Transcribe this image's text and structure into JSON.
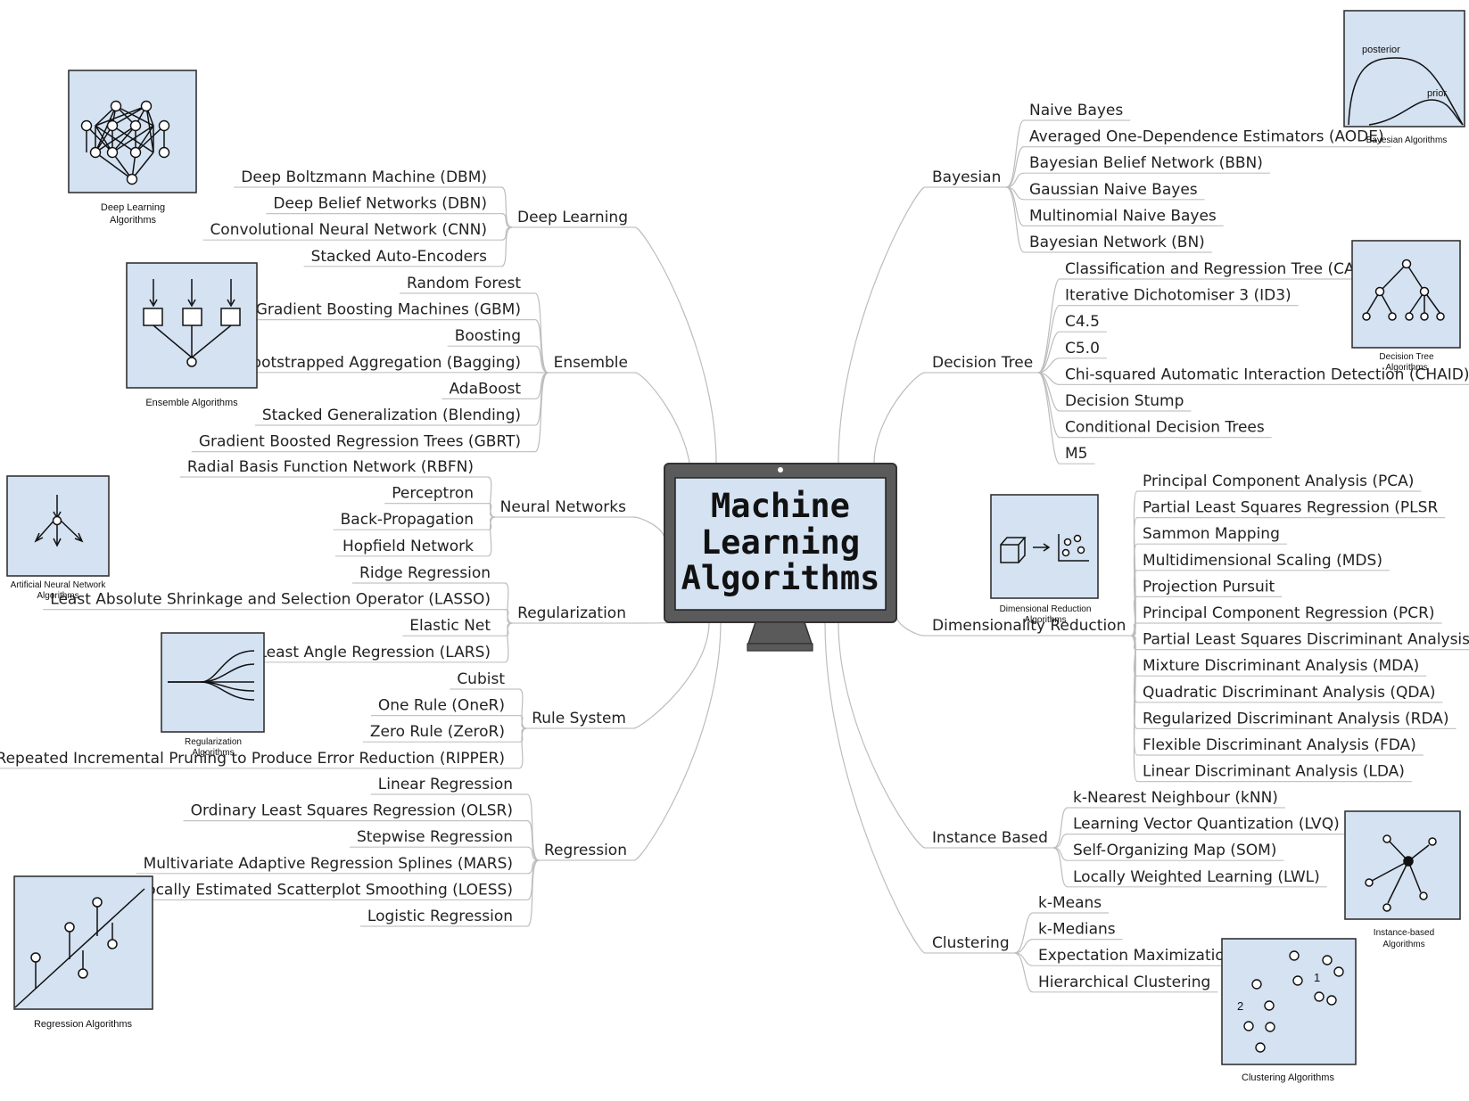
{
  "title": [
    "Machine",
    "Learning",
    "Algorithms"
  ],
  "colors": {
    "panel": "#d4e2f2",
    "monitor": "#5a5a5a",
    "screen": "#d4e2f2",
    "line": "#bdbdbd"
  },
  "left_categories": [
    {
      "label": "Deep Learning",
      "items": [
        "Deep Boltzmann Machine (DBM)",
        "Deep Belief Networks (DBN)",
        "Convolutional Neural Network (CNN)",
        "Stacked Auto-Encoders"
      ]
    },
    {
      "label": "Ensemble",
      "items": [
        "Random Forest",
        "Gradient Boosting Machines (GBM)",
        "Boosting",
        "Bootstrapped Aggregation (Bagging)",
        "AdaBoost",
        "Stacked Generalization (Blending)",
        "Gradient Boosted Regression Trees (GBRT)"
      ]
    },
    {
      "label": "Neural Networks",
      "items": [
        "Radial Basis Function Network (RBFN)",
        "Perceptron",
        "Back-Propagation",
        "Hopfield Network"
      ]
    },
    {
      "label": "Regularization",
      "items": [
        "Ridge Regression",
        "Least Absolute Shrinkage and Selection Operator (LASSO)",
        "Elastic Net",
        "Least Angle Regression (LARS)"
      ]
    },
    {
      "label": "Rule System",
      "items": [
        "Cubist",
        "One Rule (OneR)",
        "Zero Rule (ZeroR)",
        "Repeated Incremental Pruning to Produce Error Reduction (RIPPER)"
      ]
    },
    {
      "label": "Regression",
      "items": [
        "Linear Regression",
        "Ordinary Least Squares Regression (OLSR)",
        "Stepwise Regression",
        "Multivariate Adaptive Regression Splines (MARS)",
        "Locally Estimated Scatterplot Smoothing (LOESS)",
        "Logistic Regression"
      ]
    }
  ],
  "right_categories": [
    {
      "label": "Bayesian",
      "items": [
        "Naive Bayes",
        "Averaged One-Dependence Estimators (AODE)",
        "Bayesian Belief Network (BBN)",
        "Gaussian Naive Bayes",
        "Multinomial Naive Bayes",
        "Bayesian Network (BN)"
      ]
    },
    {
      "label": "Decision Tree",
      "items": [
        "Classification and Regression Tree (CART",
        "Iterative Dichotomiser 3 (ID3)",
        "C4.5",
        "C5.0",
        "Chi-squared Automatic Interaction Detection (CHAID)",
        "Decision Stump",
        "Conditional Decision Trees",
        "M5"
      ]
    },
    {
      "label": "Dimensionality Reduction",
      "items": [
        "Principal Component Analysis (PCA)",
        "Partial Least Squares Regression (PLSR",
        "Sammon Mapping",
        "Multidimensional Scaling (MDS)",
        "Projection Pursuit",
        "Principal Component Regression (PCR)",
        "Partial Least Squares Discriminant Analysis",
        "Mixture Discriminant Analysis (MDA)",
        "Quadratic Discriminant Analysis (QDA)",
        "Regularized Discriminant Analysis (RDA)",
        "Flexible Discriminant Analysis (FDA)",
        "Linear Discriminant Analysis (LDA)"
      ]
    },
    {
      "label": "Instance Based",
      "items": [
        "k-Nearest Neighbour (kNN)",
        "Learning Vector Quantization (LVQ)",
        "Self-Organizing Map (SOM)",
        "Locally Weighted Learning (LWL)"
      ]
    },
    {
      "label": "Clustering",
      "items": [
        "k-Means",
        "k-Medians",
        "Expectation Maximization",
        "Hierarchical Clustering"
      ]
    }
  ],
  "panels": {
    "deep_learning": [
      "Deep Learning",
      "Algorithms"
    ],
    "ensemble": [
      "Ensemble Algorithms"
    ],
    "neural_network": [
      "Artificial Neural Network",
      "Algorithms"
    ],
    "regularization": [
      "Regularization",
      "Algorithms"
    ],
    "regression": [
      "Regression Algorithms"
    ],
    "bayesian": {
      "caption": [
        "Bayesian Algorithms"
      ],
      "posterior": "posterior",
      "prior": "prior"
    },
    "decision_tree": [
      "Decision Tree",
      "Algorithms"
    ],
    "dimensional_reduction": [
      "Dimensional Reduction",
      "Algorithms"
    ],
    "instance_based": [
      "Instance-based",
      "Algorithms"
    ],
    "clustering": {
      "caption": [
        "Clustering Algorithms"
      ],
      "label_1": "1",
      "label_2": "2"
    }
  }
}
